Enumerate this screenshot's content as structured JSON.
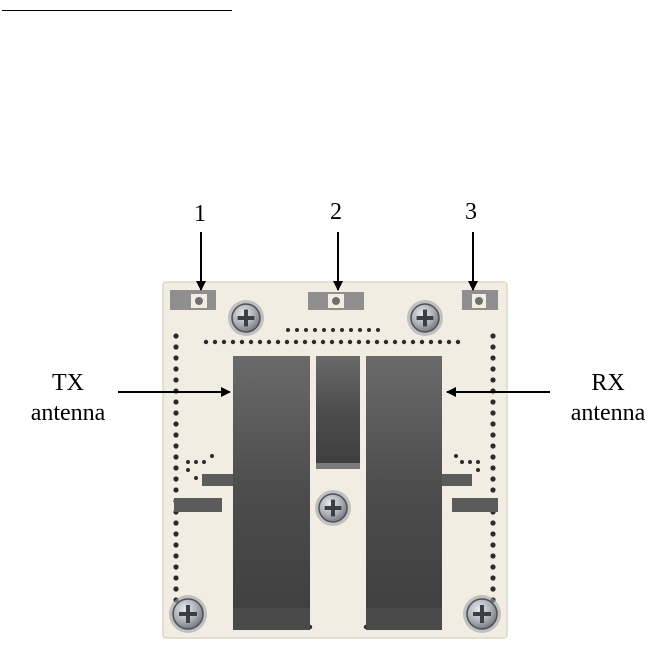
{
  "markers": {
    "one": "1",
    "two": "2",
    "three": "3"
  },
  "tx_label": {
    "line1": "TX",
    "line2": "antenna"
  },
  "rx_label": {
    "line1": "RX",
    "line2": "antenna"
  },
  "colors": {
    "board": "#f1ede2",
    "board_edge": "#dcd6c6",
    "metal": "#5b5b5b",
    "metal_light": "#8a8a8a",
    "via": "#2b2b2b",
    "screw": "#b9bcc2"
  },
  "icons": {
    "arrow": "arrow",
    "screw": "screw-icon"
  }
}
